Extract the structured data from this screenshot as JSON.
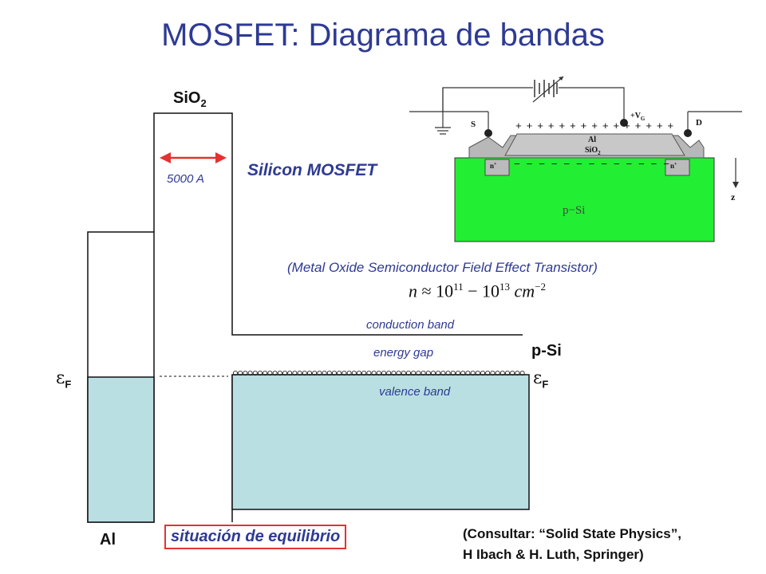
{
  "title": "MOSFET: Diagrama de bandas",
  "oxide_label": {
    "base": "SiO",
    "sub": "2"
  },
  "thickness_label": "5000 A",
  "device_title": "Silicon MOSFET",
  "device_full_name": "(Metal Oxide Semiconductor Field Effect Transistor)",
  "carrier_density": {
    "lhs": "n",
    "rel": "≈",
    "base1": "10",
    "exp1": "11",
    "op": "−",
    "base2": "10",
    "exp2": "13",
    "unit": "cm",
    "exp_unit": "−2"
  },
  "bands": {
    "conduction": "conduction band",
    "gap": "energy gap",
    "valence": "valence band"
  },
  "semiconductor_label": "p-Si",
  "metal_label": "Al",
  "fermi_left": {
    "sym": "ε",
    "sub": "F"
  },
  "fermi_right": {
    "sym": "ε",
    "sub": "F"
  },
  "state_label": "situación de equilibrio",
  "reference": {
    "line1": "(Consultar: “Solid State Physics”,",
    "line2": "H Ibach & H. Luth, Springer)"
  },
  "inset": {
    "source": "S",
    "drain": "D",
    "gate_voltage": "+V",
    "gate_voltage_sub": "G",
    "gate_metal": "Al",
    "oxide": "SiO",
    "oxide_sub": "2",
    "n_plus": "n",
    "n_plus_sup": "+",
    "substrate": "p−Si",
    "axis": "z",
    "plus_charges": "+ + + + + + + + + + + + + + +",
    "minus_charges": "− − − − − − − − − − − − −"
  },
  "colors": {
    "title": "#2e3a93",
    "fill_band": "#b9dfe3",
    "p_si_green": "#22ee33",
    "arrow_red": "#e23333",
    "gray": "#b8b8b8"
  }
}
